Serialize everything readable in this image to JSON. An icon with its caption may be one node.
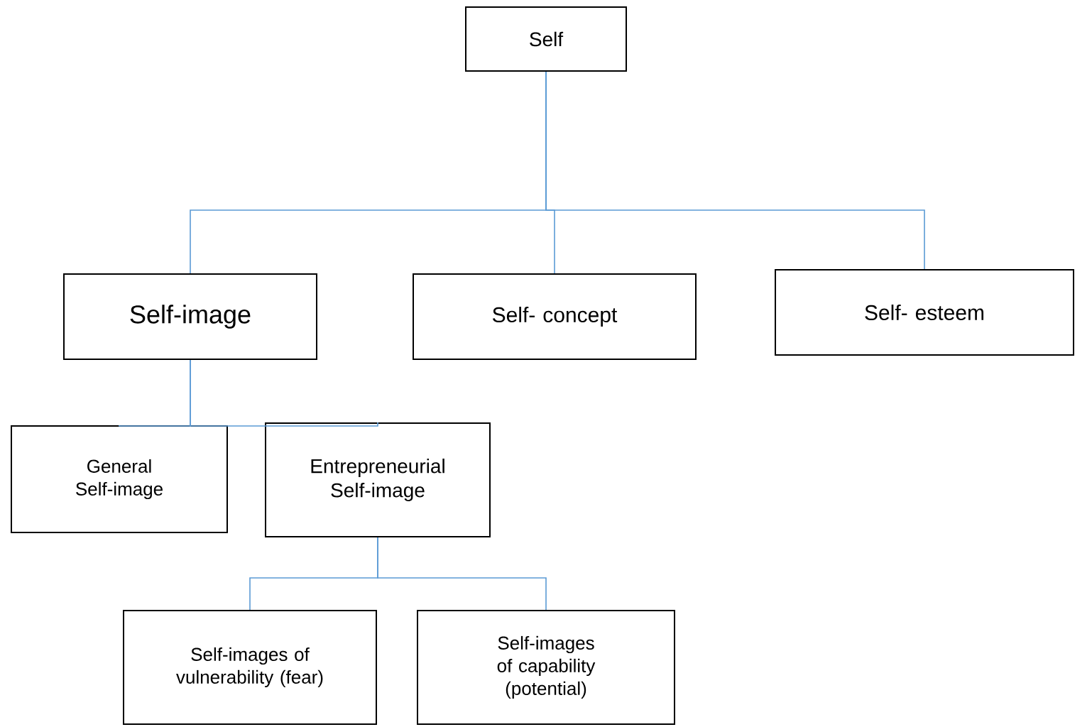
{
  "diagram": {
    "nodes": [
      {
        "text": [
          "Self"
        ]
      },
      {
        "text": [
          "Self-image"
        ]
      },
      {
        "text": [
          "Self- concept"
        ]
      },
      {
        "text": [
          "Self- esteem"
        ]
      },
      {
        "text": [
          "General Self-image"
        ]
      },
      {
        "text": [
          "Entrepreneurial Self-image"
        ]
      },
      {
        "text": [
          "Self-images of vulnerability (fear)"
        ]
      },
      {
        "text": [
          "Self-images of capability (potential)"
        ]
      }
    ],
    "edges": [
      {
        "from": 0,
        "to": 1,
        "arrow": "none"
      },
      {
        "from": 0,
        "to": 2,
        "arrow": "none"
      },
      {
        "from": 0,
        "to": 3,
        "arrow": "none"
      },
      {
        "from": 1,
        "to": 4,
        "arrow": "none"
      },
      {
        "from": 1,
        "to": 5,
        "arrow": "none"
      },
      {
        "from": 5,
        "to": 6,
        "arrow": "none"
      },
      {
        "from": 5,
        "to": 7,
        "arrow": "none"
      }
    ]
  }
}
